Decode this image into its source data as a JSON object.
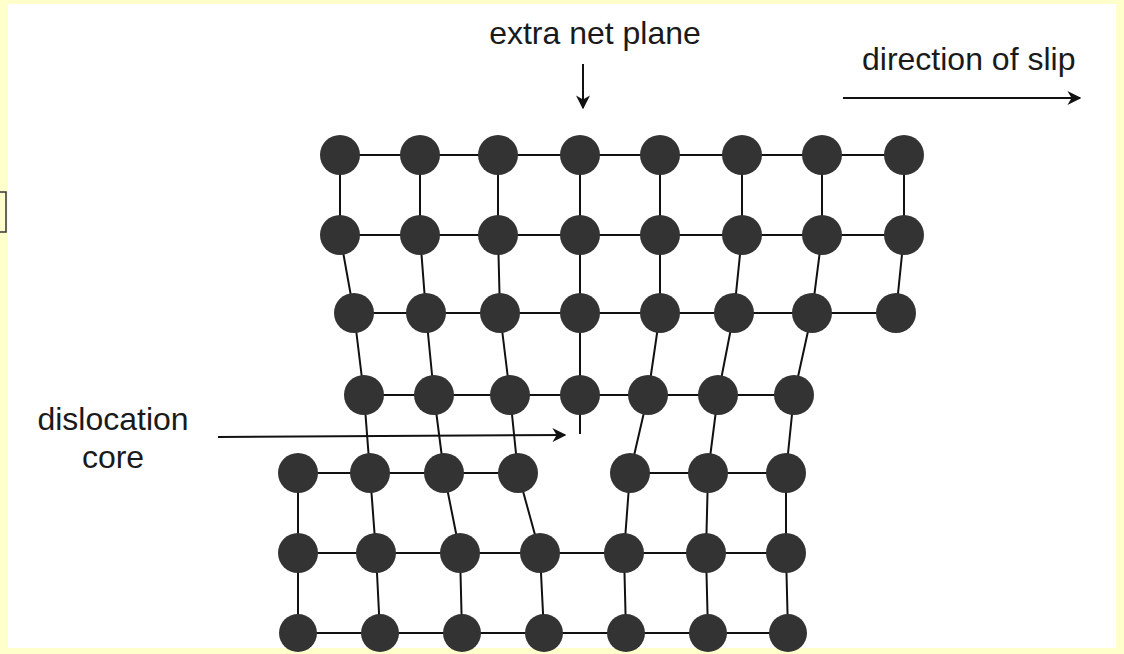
{
  "diagram": {
    "labels": [
      "extra net plane",
      "direction of slip",
      "dislocation core"
    ]
  }
}
